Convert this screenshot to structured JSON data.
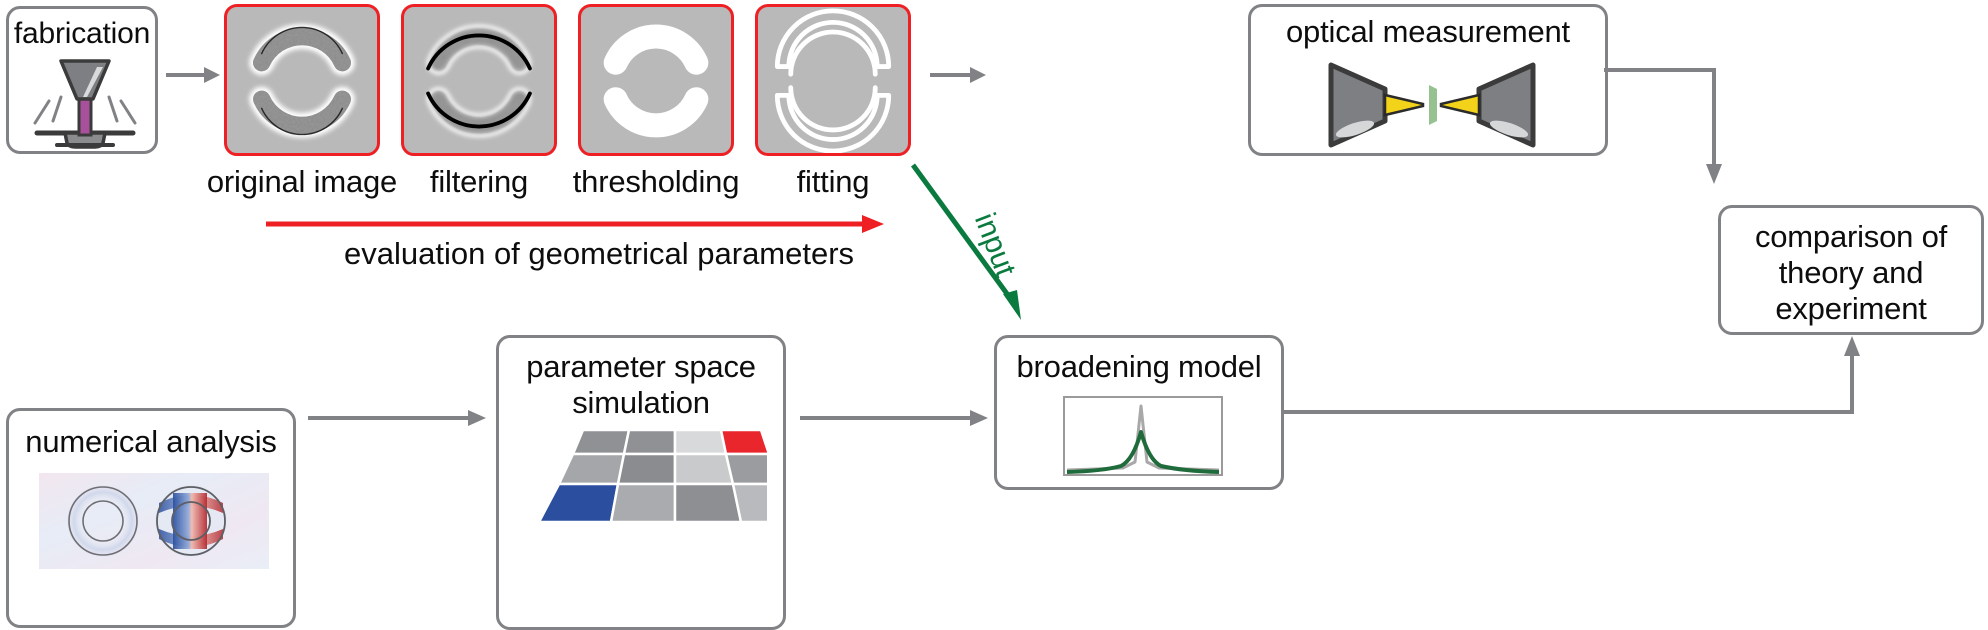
{
  "figure": {
    "type": "workflow-diagram",
    "description": "Research workflow: fabrication, image-processing chain, optical measurement, numerical analysis and comparison of theory and experiment",
    "colors": {
      "panel_border_red": "#ee2024",
      "panel_fill_gray": "#b9b9b9",
      "box_border_gray": "#808285",
      "arrow_gray": "#808285",
      "red_arrow": "#ee2024",
      "green_arrow": "#0a7a3f",
      "text": "#0d0d0d",
      "beam_yellow": "#f3d319",
      "sample_green": "#8fbf8a",
      "tip_purple": "#a8519b",
      "sim_cell_red": "#e8262c",
      "sim_cell_blue": "#2b4f9e",
      "spectrum_green": "#1f6b3b",
      "spectrum_gray": "#9a9a9a"
    }
  },
  "top_row": {
    "fabrication": {
      "title": "fabrication",
      "icon": "fib-milling-icon"
    },
    "processing_panels": [
      {
        "label": "original image",
        "icon": "split-ring-noisy-icon"
      },
      {
        "label": "filtering",
        "icon": "split-ring-smoothed-icon"
      },
      {
        "label": "thresholding",
        "icon": "split-ring-binary-icon"
      },
      {
        "label": "fitting",
        "icon": "split-ring-contour-icon"
      }
    ],
    "optical_measurement": {
      "title": "optical measurement",
      "icon": "objective-lens-pair-icon"
    }
  },
  "bottom_row": {
    "numerical_analysis": {
      "title": "numerical analysis",
      "icon": "field-distribution-icon"
    },
    "parameter_space": {
      "title": "parameter space\nsimulation",
      "title_line1": "parameter space",
      "title_line2": "simulation",
      "icon": "parameter-grid-icon"
    },
    "broadening_model": {
      "title": "broadening model",
      "icon": "spectrum-plot-icon"
    }
  },
  "comparison": {
    "title_line1": "comparison of",
    "title_line2": "theory and",
    "title_line3": "experiment"
  },
  "annotations": {
    "evaluation_arrow_label": "evaluation of geometrical parameters",
    "input_arrow_label": "input"
  }
}
